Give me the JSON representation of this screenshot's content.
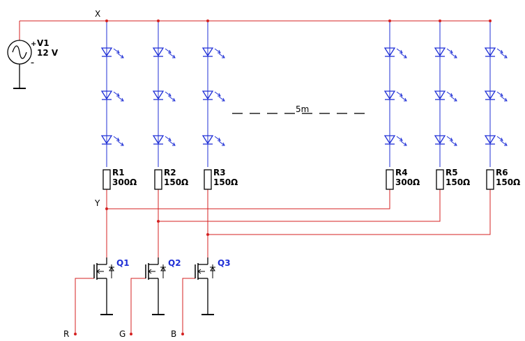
{
  "source": {
    "name": "V1",
    "value": "12 V",
    "plus": "+",
    "minus": "–"
  },
  "nodes": {
    "x": "X",
    "y": "Y"
  },
  "dashed_label": "5m",
  "resistors": [
    {
      "name": "R1",
      "value": "300Ω"
    },
    {
      "name": "R2",
      "value": "150Ω"
    },
    {
      "name": "R3",
      "value": "150Ω"
    },
    {
      "name": "R4",
      "value": "300Ω"
    },
    {
      "name": "R5",
      "value": "150Ω"
    },
    {
      "name": "R6",
      "value": "150Ω"
    }
  ],
  "transistors": [
    {
      "name": "Q1",
      "gate": "R"
    },
    {
      "name": "Q2",
      "gate": "G"
    },
    {
      "name": "Q3",
      "gate": "B"
    }
  ],
  "colors": {
    "wire": "#d42020",
    "led": "#1f2fd6",
    "component": "#000000",
    "label_blue": "#1f2fd6"
  }
}
